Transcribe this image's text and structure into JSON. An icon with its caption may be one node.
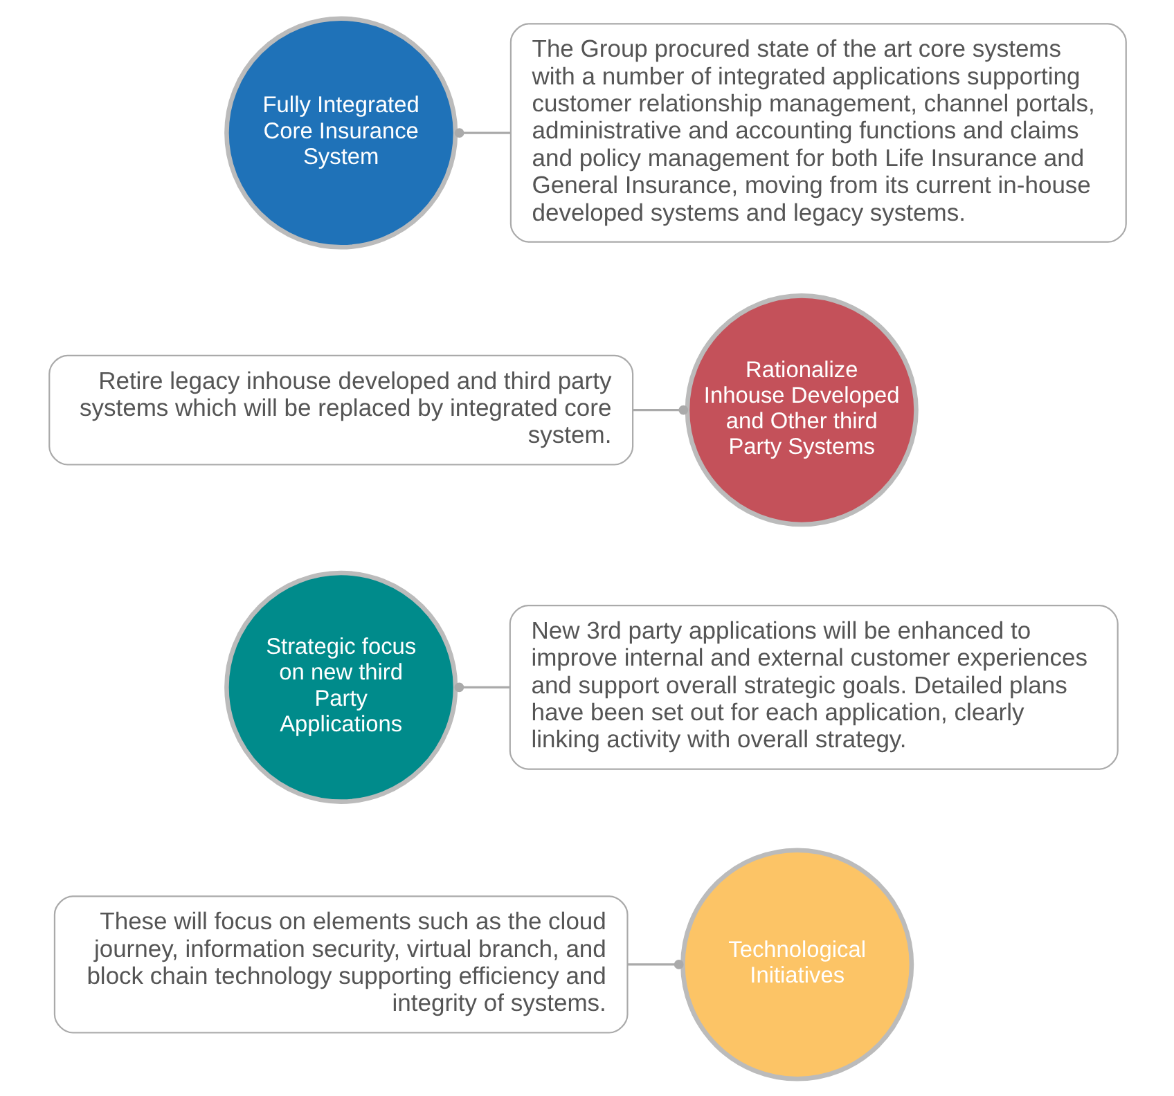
{
  "diagram": {
    "nodes": [
      {
        "text": [
          "Fully Integrated Core Insurance System"
        ]
      },
      {
        "text": [
          "The Group procured state of the art core systems with a number of integrated applications supporting customer relationship management, channel portals, administrative and accounting functions and claims and policy management for both Life Insurance and General Insurance, moving from its current in-house developed systems and legacy systems."
        ]
      },
      {
        "text": [
          "Retire legacy inhouse developed and third party systems which will be replaced by integrated core system."
        ]
      },
      {
        "text": [
          "Rationalize Inhouse Developed and Other third Party Systems"
        ]
      },
      {
        "text": [
          "Strategic focus on new third Party Applications"
        ]
      },
      {
        "text": [
          "New 3rd party applications will be enhanced to improve internal and external customer experiences and support overall strategic goals. Detailed plans have been set out for each application, clearly linking activity with overall strategy."
        ]
      },
      {
        "text": [
          "These will focus on elements such as the cloud journey, information security, virtual branch, and block chain technology supporting efficiency and integrity of systems."
        ]
      },
      {
        "text": [
          "Technological Initiatives"
        ]
      }
    ],
    "edges": [
      {
        "from": 0,
        "to": 1,
        "arrow": "other"
      },
      {
        "from": 3,
        "to": 2,
        "arrow": "other"
      },
      {
        "from": 4,
        "to": 5,
        "arrow": "other"
      },
      {
        "from": 7,
        "to": 6,
        "arrow": "other"
      }
    ]
  }
}
